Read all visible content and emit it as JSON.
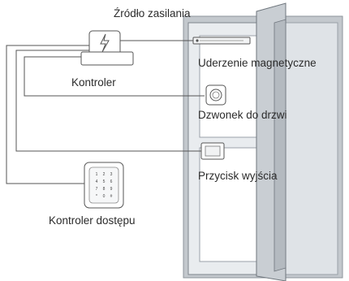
{
  "labels": {
    "power_source": "Źródło zasilania",
    "controller": "Kontroler",
    "magnetic_strike": "Uderzenie magnetyczne",
    "doorbell": "Dzwonek do drzwi",
    "exit_button": "Przycisk wyjścia",
    "access_controller": "Kontroler dostępu"
  },
  "keypad_keys": [
    "1",
    "2",
    "3",
    "4",
    "5",
    "6",
    "7",
    "8",
    "9",
    "*",
    "0",
    "#"
  ],
  "colors": {
    "line": "#555555",
    "door_fill": "#e9ecef",
    "door_frame": "#b9bec4",
    "glass": "#ffffff",
    "device_fill": "#ffffff"
  },
  "icons": {
    "power": "lightning-icon",
    "doorbell": "ring-button-icon",
    "exit": "exit-panel-icon"
  }
}
